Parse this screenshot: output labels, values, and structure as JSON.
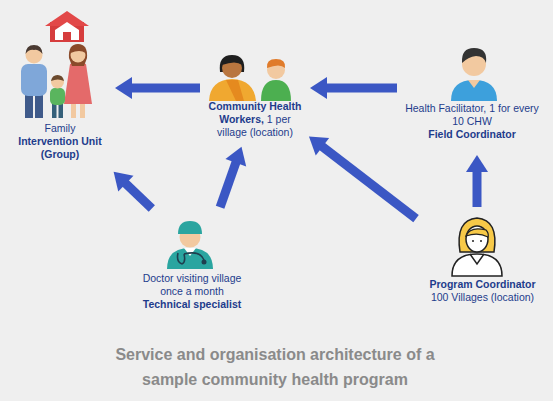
{
  "diagram": {
    "caption": "Service and organisation architecture of a sample community health program",
    "nodes": [
      {
        "text": [
          "Family",
          "Intervention Unit (Group)"
        ]
      },
      {
        "text": [
          "Community Health Workers,",
          "1 per village (location)"
        ]
      },
      {
        "text": [
          "Health Facilitator, 1 for every 10 CHW",
          "Field Coordinator"
        ]
      },
      {
        "text": [
          "Doctor visiting village once a month",
          "Technical specialist"
        ]
      },
      {
        "text": [
          "Program Coordinator",
          "100 Villages (location)"
        ]
      }
    ],
    "edges": [
      {
        "from": 1,
        "to": 0,
        "arrow": "to"
      },
      {
        "from": 2,
        "to": 1,
        "arrow": "to"
      },
      {
        "from": 3,
        "to": 0,
        "arrow": "to"
      },
      {
        "from": 3,
        "to": 1,
        "arrow": "to"
      },
      {
        "from": 4,
        "to": 1,
        "arrow": "to"
      },
      {
        "from": 4,
        "to": 2,
        "arrow": "to"
      }
    ]
  }
}
